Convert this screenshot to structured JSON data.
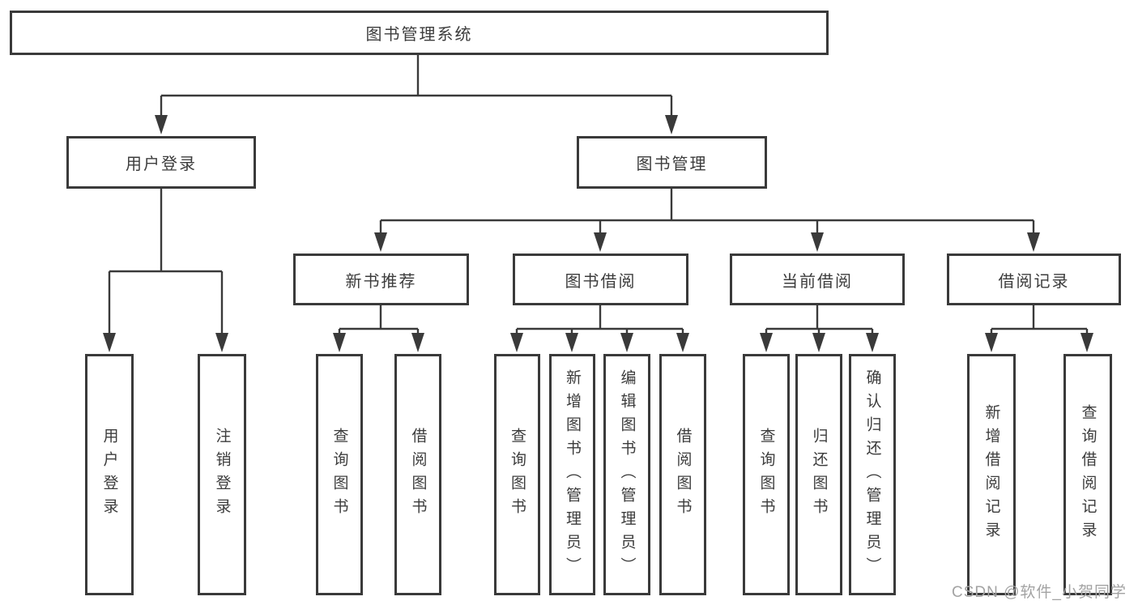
{
  "diagram": {
    "root": {
      "label": "图书管理系统"
    },
    "level2": [
      {
        "label": "用户登录",
        "leaves": [
          {
            "label": "用户登录"
          },
          {
            "label": "注销登录"
          }
        ]
      },
      {
        "label": "图书管理",
        "groups": [
          {
            "label": "新书推荐",
            "leaves": [
              {
                "label": "查询图书"
              },
              {
                "label": "借阅图书"
              }
            ]
          },
          {
            "label": "图书借阅",
            "leaves": [
              {
                "label": "查询图书"
              },
              {
                "label": "新增图书（管理员）"
              },
              {
                "label": "编辑图书（管理员）"
              },
              {
                "label": "借阅图书"
              }
            ]
          },
          {
            "label": "当前借阅",
            "leaves": [
              {
                "label": "查询图书"
              },
              {
                "label": "归还图书"
              },
              {
                "label": "确认归还（管理员）"
              }
            ]
          },
          {
            "label": "借阅记录",
            "leaves": [
              {
                "label": "新增借阅记录"
              },
              {
                "label": "查询借阅记录"
              }
            ]
          }
        ]
      }
    ]
  },
  "watermark": {
    "text": "CSDN @软件_小贺同学"
  },
  "colors": {
    "line": "#3a3a3a",
    "text": "#3c3c3c",
    "watermark": "#a3a3a3",
    "background": "#ffffff"
  }
}
